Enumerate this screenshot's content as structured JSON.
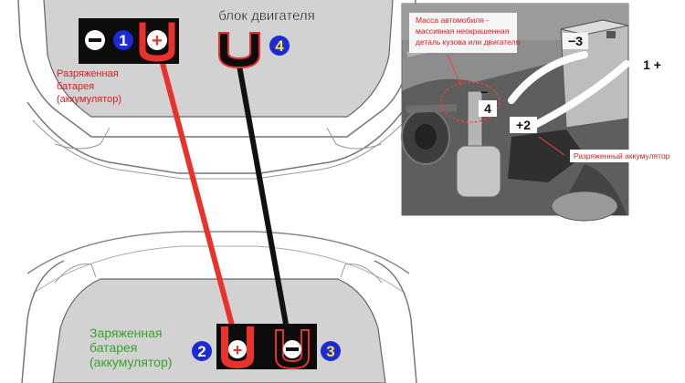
{
  "diagram": {
    "top_title": "блок двигателя",
    "discharged_label": [
      "Разряженная",
      "батарея",
      "(аккумулятор)"
    ],
    "charged_label": [
      "Заряженная",
      "батарея",
      "(аккумулятор)"
    ],
    "badge_numbers": [
      "1",
      "2",
      "3",
      "4"
    ],
    "plus_symbol": "+",
    "minus_symbol": "−"
  },
  "photo": {
    "mass_note": [
      "Масса автомобиля -",
      "массивная неокрашенная",
      "деталь кузова или двигателя"
    ],
    "discharged_note": "Разряженный аккумулятор",
    "callouts": [
      "−3",
      "1 +",
      "−",
      "4",
      "+2"
    ]
  },
  "colors": {
    "red_cable": "#e8322b",
    "black_cable": "#111111",
    "badge_blue": "#1c2bd6",
    "label_red": "#d42020",
    "label_green": "#3aa02c",
    "bay_grey": "#d2d2d2"
  },
  "icons": [
    "plus-terminal-icon",
    "minus-terminal-icon",
    "ground-clamp-icon"
  ]
}
